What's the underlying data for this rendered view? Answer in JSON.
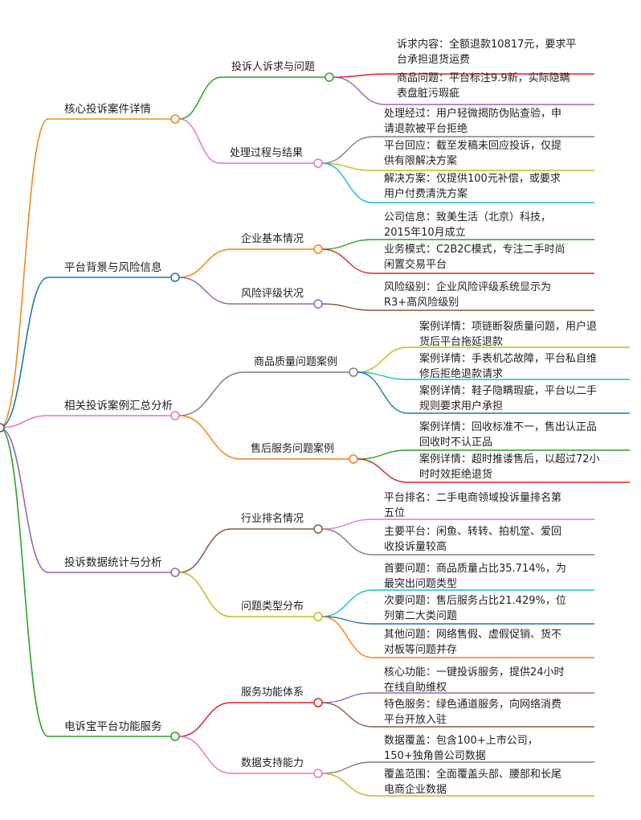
{
  "mindmap": {
    "categories": [
      {
        "label": "核心投诉案件详情",
        "color": "#f08a1c",
        "subs": [
          {
            "label": "投诉人诉求与问题",
            "color": "#2ea12e",
            "leaves": [
              {
                "lines": [
                  "诉求内容：全额退款10817元，要求平",
                  "台承担退货运费"
                ],
                "color": "#d62728"
              },
              {
                "lines": [
                  "商品问题：平台标注9.9新，实际隐瞒",
                  "表盘脏污瑕疵"
                ],
                "color": "#9467bd"
              }
            ]
          },
          {
            "label": "处理过程与结果",
            "color": "#e377c2",
            "leaves": [
              {
                "lines": [
                  "处理经过：用户轻微揭防伪贴查验，申",
                  "请退款被平台拒绝"
                ],
                "color": "#7f7f7f"
              },
              {
                "lines": [
                  "平台回应：截至发稿未回应投诉，仅提",
                  "供有限解决方案"
                ],
                "color": "#bcbd22"
              },
              {
                "lines": [
                  "解决方案：仅提供100元补偿，或要求",
                  "用户付费清洗方案"
                ],
                "color": "#17becf"
              }
            ]
          }
        ]
      },
      {
        "label": "平台背景与风险信息",
        "color": "#1f77b4",
        "subs": [
          {
            "label": "企业基本情况",
            "color": "#ff7f0e",
            "leaves": [
              {
                "lines": [
                  "公司信息：致美生活（北京）科技，",
                  "2015年10月成立"
                ],
                "color": "#2ca02c"
              },
              {
                "lines": [
                  "业务模式：C2B2C模式，专注二手时尚",
                  "闲置交易平台"
                ],
                "color": "#d62728"
              }
            ]
          },
          {
            "label": "风险评级状况",
            "color": "#9467bd",
            "leaves": [
              {
                "lines": [
                  "风险级别：企业风险评级系统显示为",
                  "R3+高风险级别"
                ],
                "color": "#8c564b"
              }
            ]
          }
        ]
      },
      {
        "label": "相关投诉案例汇总分析",
        "color": "#e377c2",
        "subs": [
          {
            "label": "商品质量问题案例",
            "color": "#7f7f7f",
            "leaves": [
              {
                "lines": [
                  "案例详情：项链断裂质量问题，用户退",
                  "货后平台拖延退款"
                ],
                "color": "#bcbd22"
              },
              {
                "lines": [
                  "案例详情：手表机芯故障，平台私自维",
                  "修后拒绝退款请求"
                ],
                "color": "#17becf"
              },
              {
                "lines": [
                  "案例详情：鞋子隐瞒瑕疵，平台以二手",
                  "规则要求用户承担"
                ],
                "color": "#1f77b4"
              }
            ]
          },
          {
            "label": "售后服务问题案例",
            "color": "#ff7f0e",
            "leaves": [
              {
                "lines": [
                  "案例详情：回收标准不一，售出认正品",
                  "回收时不认正品"
                ],
                "color": "#2ca02c"
              },
              {
                "lines": [
                  "案例详情：超时推诿售后，以超过72小",
                  "时时效拒绝退货"
                ],
                "color": "#d62728"
              }
            ]
          }
        ]
      },
      {
        "label": "投诉数据统计与分析",
        "color": "#9467bd",
        "subs": [
          {
            "label": "行业排名情况",
            "color": "#8c564b",
            "leaves": [
              {
                "lines": [
                  "平台排名：二手电商领域投诉量排名第",
                  "五位"
                ],
                "color": "#e377c2"
              },
              {
                "lines": [
                  "主要平台：闲鱼、转转、拍机堂、爱回",
                  "收投诉量较高"
                ],
                "color": "#7f7f7f"
              }
            ]
          },
          {
            "label": "问题类型分布",
            "color": "#bcbd22",
            "leaves": [
              {
                "lines": [
                  "首要问题：商品质量占比35.714%，为",
                  "最突出问题类型"
                ],
                "color": "#17becf"
              },
              {
                "lines": [
                  "次要问题：售后服务占比21.429%，位",
                  "列第二大类问题"
                ],
                "color": "#1f77b4"
              },
              {
                "lines": [
                  "其他问题：网络售假、虚假促销、货不",
                  "对板等问题并存"
                ],
                "color": "#ff7f0e"
              }
            ]
          }
        ]
      },
      {
        "label": "电诉宝平台功能服务",
        "color": "#2ca02c",
        "subs": [
          {
            "label": "服务功能体系",
            "color": "#d62728",
            "leaves": [
              {
                "lines": [
                  "核心功能：一键投诉服务，提供24小时",
                  "在线自助维权"
                ],
                "color": "#9467bd"
              },
              {
                "lines": [
                  "特色服务：绿色通道服务，向网络消费",
                  "平台开放入驻"
                ],
                "color": "#8c564b"
              }
            ]
          },
          {
            "label": "数据支持能力",
            "color": "#e377c2",
            "leaves": [
              {
                "lines": [
                  "数据覆盖：包含100+上市公司，",
                  "150+独角兽公司数据"
                ],
                "color": "#7f7f7f"
              },
              {
                "lines": [
                  "覆盖范围：全面覆盖头部、腰部和长尾",
                  "电商企业数据"
                ],
                "color": "#bcbd22"
              }
            ]
          }
        ]
      }
    ]
  }
}
